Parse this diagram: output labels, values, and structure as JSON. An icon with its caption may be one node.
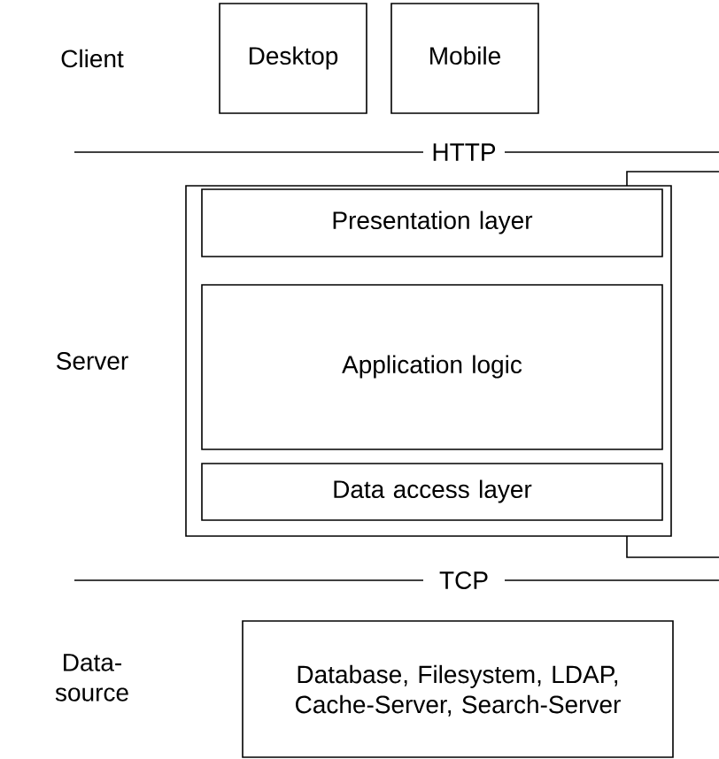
{
  "diagram": {
    "nodes": [
      {
        "text": [
          "Desktop"
        ]
      },
      {
        "text": [
          "Mobile"
        ]
      },
      {
        "text": [],
        "shape": "box"
      },
      {
        "text": [
          "Presentation layer"
        ],
        "in": 2
      },
      {
        "text": [
          "Application logic"
        ],
        "in": 2
      },
      {
        "text": [
          "Data access layer"
        ],
        "in": 2
      },
      {
        "text": [],
        "shape": "box"
      },
      {
        "text": [
          "Database, Filesystem, LDAP, Cache-Server, Search-Server"
        ]
      }
    ],
    "labels": [
      "Client",
      "HTTP",
      "Server",
      "TCP",
      "Data-source"
    ]
  }
}
